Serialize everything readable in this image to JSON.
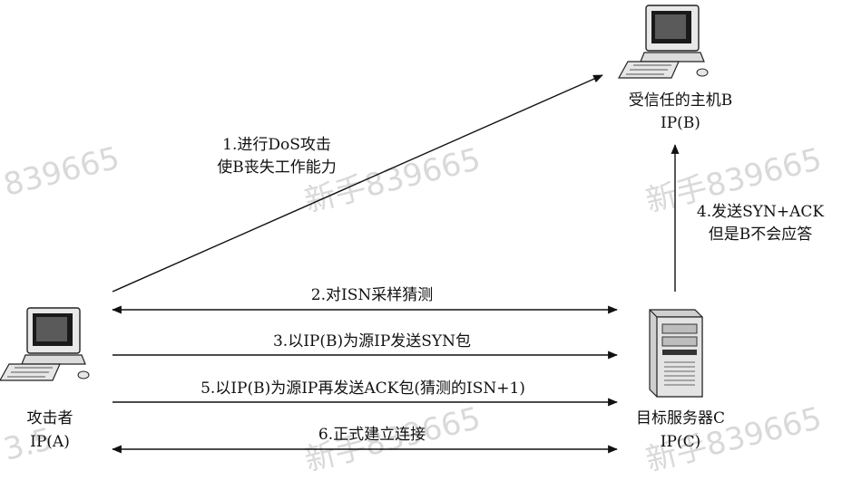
{
  "nodes": {
    "trusted_host": {
      "name": "受信任的主机B",
      "ip": "IP(B)"
    },
    "attacker": {
      "name": "攻击者",
      "ip": "IP(A)"
    },
    "target_server": {
      "name": "目标服务器C",
      "ip": "IP(C)"
    }
  },
  "steps": [
    {
      "lines": [
        "1.进行DoS攻击",
        "使B丧失工作能力"
      ]
    },
    {
      "lines": [
        "2.对ISN采样猜测"
      ]
    },
    {
      "lines": [
        "3.以IP(B)为源IP发送SYN包"
      ]
    },
    {
      "lines": [
        "4.发送SYN+ACK",
        "但是B不会应答"
      ]
    },
    {
      "lines": [
        "5.以IP(B)为源IP再发送ACK包(猜测的ISN+1)"
      ]
    },
    {
      "lines": [
        "6.正式建立连接"
      ]
    }
  ],
  "watermarks": [
    "839665",
    "新手839665",
    "新手839665",
    "3.5",
    "新手839665",
    "新手839665"
  ]
}
